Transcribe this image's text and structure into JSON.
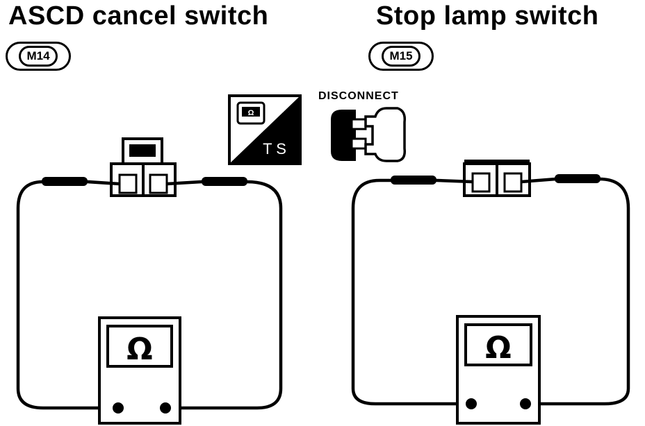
{
  "left_panel": {
    "title": "ASCD cancel switch",
    "connector_code": "M14",
    "meter_symbol": "Ω"
  },
  "right_panel": {
    "title": "Stop lamp switch",
    "connector_code": "M15",
    "meter_symbol": "Ω"
  },
  "center": {
    "disconnect_label": "DISCONNECT",
    "ts_badge_text": "T S",
    "ts_badge_logo_text": "Ω"
  }
}
